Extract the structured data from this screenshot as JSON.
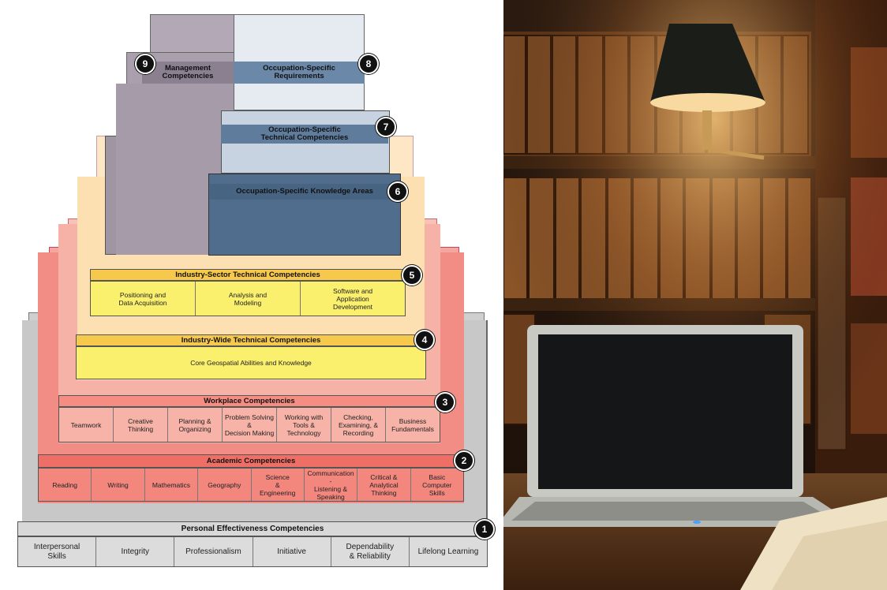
{
  "tiers": {
    "t1": {
      "header": "Personal Effectiveness Competencies",
      "badge": "1",
      "cells": [
        "Interpersonal\nSkills",
        "Integrity",
        "Professionalism",
        "Initiative",
        "Dependability\n& Reliability",
        "Lifelong Learning"
      ]
    },
    "t2": {
      "header": "Academic Competencies",
      "badge": "2",
      "cells": [
        "Reading",
        "Writing",
        "Mathematics",
        "Geography",
        "Science\n&\nEngineering",
        "Communication -\nListening &\nSpeaking",
        "Critical &\nAnalytical\nThinking",
        "Basic\nComputer\nSkills"
      ]
    },
    "t3": {
      "header": "Workplace Competencies",
      "badge": "3",
      "cells": [
        "Teamwork",
        "Creative\nThinking",
        "Planning &\nOrganizing",
        "Problem Solving\n&\nDecision Making",
        "Working with\nTools &\nTechnology",
        "Checking,\nExamining, &\nRecording",
        "Business\nFundamentals"
      ]
    },
    "t4": {
      "header": "Industry-Wide Technical Competencies",
      "badge": "4",
      "cells": [
        "Core Geospatial Abilities and Knowledge"
      ]
    },
    "t5": {
      "header": "Industry-Sector Technical Competencies",
      "badge": "5",
      "cells": [
        "Positioning and\nData Acquisition",
        "Analysis and\nModeling",
        "Software and\nApplication\nDevelopment"
      ]
    },
    "t6": {
      "header": "Occupation-Specific Knowledge Areas",
      "badge": "6"
    },
    "t7": {
      "header": "Occupation-Specific\nTechnical Competencies",
      "badge": "7"
    },
    "t8": {
      "header": "Occupation-Specific\nRequirements",
      "badge": "8"
    },
    "t9": {
      "header": "Management\nCompetencies",
      "badge": "9"
    }
  },
  "photo": {
    "description_icon": "library-laptop-photo"
  },
  "colors": {
    "gray": "#d3d3d3",
    "red": "#f1827a",
    "pink": "#f7b7ad",
    "yellow": "#faf07a",
    "peach": "#fbe1b4",
    "blue": "#5a7694",
    "paleblue": "#c6d2e2",
    "mauve": "#a89eab"
  }
}
